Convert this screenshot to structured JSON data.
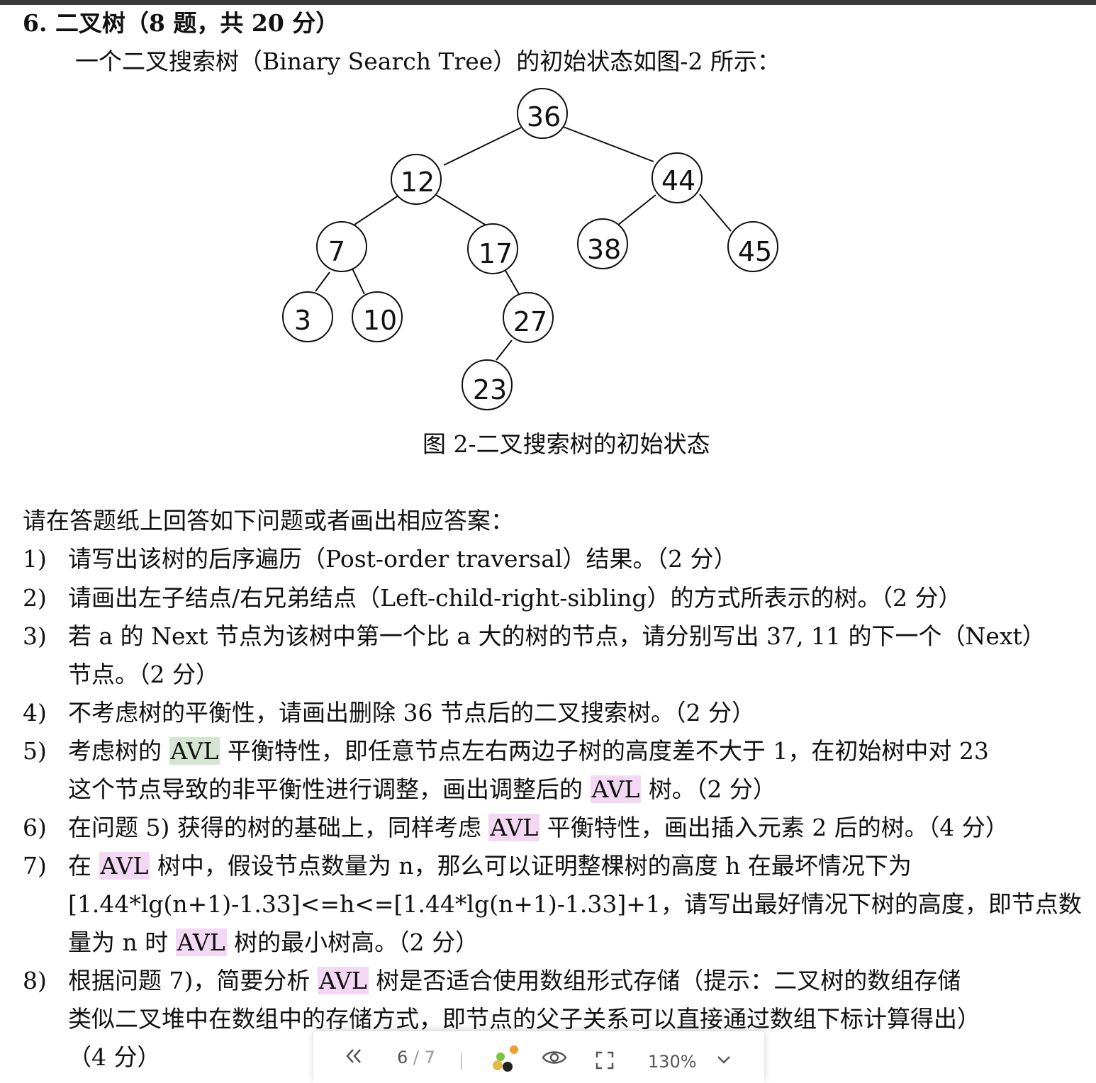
{
  "heading": "6. 二叉树（8 题，共 20 分）",
  "intro": "一个二叉搜索树（Binary Search Tree）的初始状态如图-2 所示：",
  "tree": {
    "nodes": [
      "36",
      "12",
      "44",
      "7",
      "17",
      "38",
      "45",
      "3",
      "10",
      "27",
      "23"
    ]
  },
  "caption": "图 2-二叉搜索树的初始状态",
  "prompt": "请在答题纸上回答如下问题或者画出相应答案：",
  "questions": {
    "q1": {
      "num": "1)",
      "l1": "请写出该树的后序遍历（Post-order traversal）结果。（2 分）"
    },
    "q2": {
      "num": "2)",
      "l1": "请画出左子结点/右兄弟结点（Left-child-right-sibling）的方式所表示的树。（2 分）"
    },
    "q3": {
      "num": "3)",
      "l1": "若 a 的 Next 节点为该树中第一个比 a 大的树的节点，请分别写出 37, 11  的下一个（Next）",
      "l2": "节点。（2 分）"
    },
    "q4": {
      "num": "4)",
      "l1": "不考虑树的平衡性，请画出删除 36 节点后的二叉搜索树。（2 分）"
    },
    "q5": {
      "num": "5)",
      "a": "考虑树的 ",
      "avl": "AVL",
      "b": " 平衡特性，即任意节点左右两边子树的高度差不大于 1，在初始树中对 23",
      "l2a": "这个节点导致的非平衡性进行调整，画出调整后的 ",
      "l2b": " 树。（2 分）"
    },
    "q6": {
      "num": "6)",
      "a": "在问题 5) 获得的树的基础上，同样考虑 ",
      "avl": "AVL",
      "b": " 平衡特性，画出插入元素 2 后的树。（4 分）"
    },
    "q7": {
      "num": "7)",
      "a": "在 ",
      "avl": "AVL",
      "b": " 树中，假设节点数量为 n，那么可以证明整棵树的高度 h 在最坏情况下为",
      "l2": "[1.44*lg(n+1)-1.33]<=h<=[1.44*lg(n+1)-1.33]+1，请写出最好情况下树的高度，即节点数",
      "l3a": "量为 n 时 ",
      "l3b": " 树的最小树高。（2 分）"
    },
    "q8": {
      "num": "8)",
      "a": "根据问题 7)，简要分析 ",
      "avl": "AVL",
      "b": " 树是否适合使用数组形式存储（提示：二叉树的数组存储",
      "l2": "类似二叉堆中在数组中的存储方式，即节点的父子关系可以直接通过数组下标计算得出）",
      "l3": "（4 分）"
    }
  },
  "toolbar": {
    "page_current": "6",
    "page_total": "/ 7",
    "zoom": "130%",
    "icons": [
      "double-chevron-left-icon",
      "color-dots-icon",
      "eye-icon",
      "fullscreen-icon",
      "chevron-down-icon"
    ]
  }
}
